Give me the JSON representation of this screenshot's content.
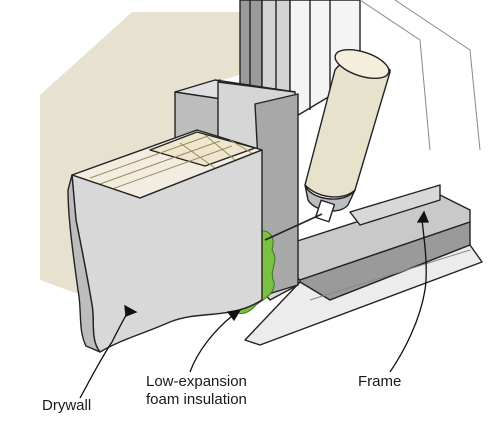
{
  "labels": {
    "drywall": "Drywall",
    "foam_line1": "Low-expansion",
    "foam_line2": "foam insulation",
    "frame": "Frame"
  },
  "colors": {
    "wall_background": "#e6e2cf",
    "drywall_face": "#d8d8d8",
    "drywall_edge": "#bdbdbd",
    "insulation": "#efe6cf",
    "foam": "#79c043",
    "frame_light": "#ececec",
    "frame_mid": "#c9c9c9",
    "frame_dark": "#9a9a9a",
    "can_body": "#e7e2cc",
    "outline": "#222222"
  }
}
